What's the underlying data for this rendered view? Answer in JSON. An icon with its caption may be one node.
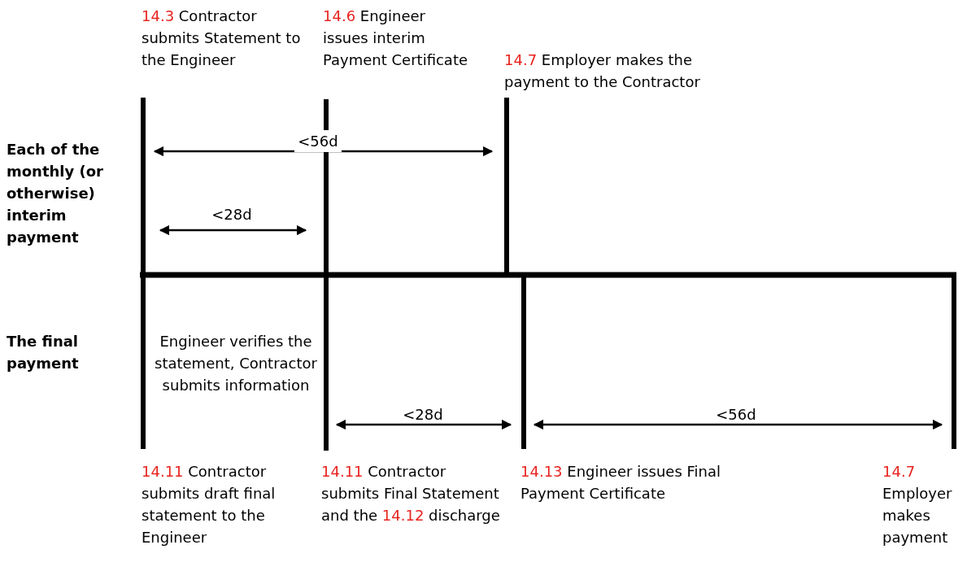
{
  "diagram": {
    "labels": [
      "14.3 Contractor submits Statement to the Engineer",
      "14.6 Engineer issues interim Payment Certificate",
      "14.7 Employer makes the payment to the Contractor",
      "Each of the monthly (or otherwise) interim payment",
      "<56d",
      "<28d",
      "The final payment",
      "Engineer verifies the statement, Contractor submits information",
      "<28d",
      "<56d",
      "14.11 Contractor submits draft final statement to the Engineer",
      "14.11 Contractor submits Final Statement and the 14.12 discharge",
      "14.13 Engineer issues Final Payment Certificate",
      "14.7 Employer makes payment"
    ]
  }
}
